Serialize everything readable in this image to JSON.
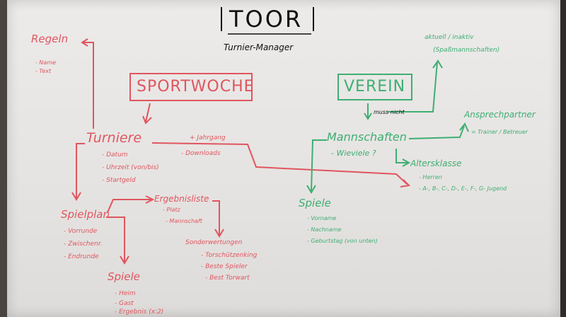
{
  "title": "TOOR",
  "subtitle": "Turnier-Manager",
  "regeln": {
    "head": "Regeln",
    "items": [
      "- Name",
      "- Text"
    ]
  },
  "sportwoche": "SPORTWOCHE",
  "turniere": {
    "head": "Turniere",
    "items": [
      "- Datum",
      "- Uhrzeit (von/bis)",
      "- Startgeld"
    ],
    "extra": [
      "+ Jahrgang",
      "- Downloads"
    ]
  },
  "spielplan": {
    "head": "Spielplan",
    "items": [
      "- Vorrunde",
      "- Zwischenr.",
      "- Endrunde"
    ]
  },
  "ergebnisliste": {
    "head": "Ergebnisliste",
    "items": [
      "- Platz",
      "- Mannschaft"
    ]
  },
  "sonderwertungen": {
    "head": "Sonderwertungen",
    "items": [
      "- Torschützenking",
      "- Beste Spieler",
      "- Best Torwart"
    ]
  },
  "spiele_left": {
    "head": "Spiele",
    "items": [
      "- Heim",
      "- Gast",
      "- Ergebnis (x:2)"
    ]
  },
  "verein": "VEREIN",
  "aktuell": {
    "line1": "aktuell / inaktiv",
    "line2": "(Spaßmannschaften)"
  },
  "muss_nicht": "muss nicht",
  "ansprechpartner": {
    "head": "Ansprechpartner",
    "sub": "= Trainer / Betreuer"
  },
  "mannschaften": {
    "head": "Mannschaften",
    "sub": "- Wieviele ?"
  },
  "altersklasse": {
    "head": "Altersklasse",
    "items": [
      "- Herren",
      "- A-, B-, C-, D-, E-, F-, G- Jugend"
    ]
  },
  "spiele_right": {
    "head": "Spiele",
    "items": [
      "- Vorname",
      "- Nachname",
      "- Geburtstag (von unten)"
    ]
  },
  "colors": {
    "red": "#e0555f",
    "green": "#3fae73",
    "black": "#111111"
  }
}
